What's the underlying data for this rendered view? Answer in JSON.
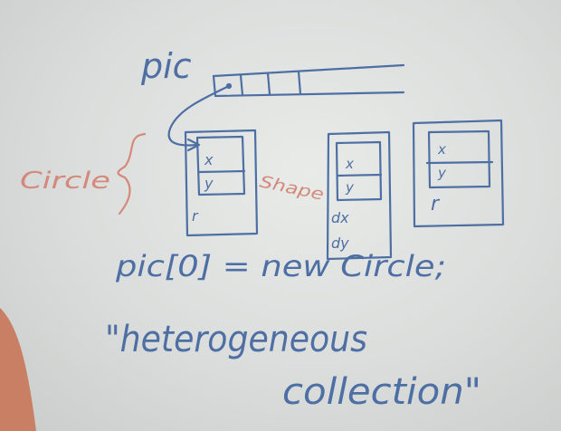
{
  "colors": {
    "whiteboard": "#dadddb",
    "blue_marker": "#4e6fa3",
    "red_marker": "#d4897c",
    "sleeve": "#c97f63"
  },
  "labels": {
    "array_name": "pic",
    "circle_label": "Circle",
    "shape_label": "Shape",
    "field_x": "x",
    "field_y": "y",
    "field_r": "r",
    "field_dx": "dx",
    "field_dy": "dy",
    "assignment": "pic[0] = new Circle;",
    "phrase_line1": "\"heterogeneous",
    "phrase_line2": "collection\""
  }
}
